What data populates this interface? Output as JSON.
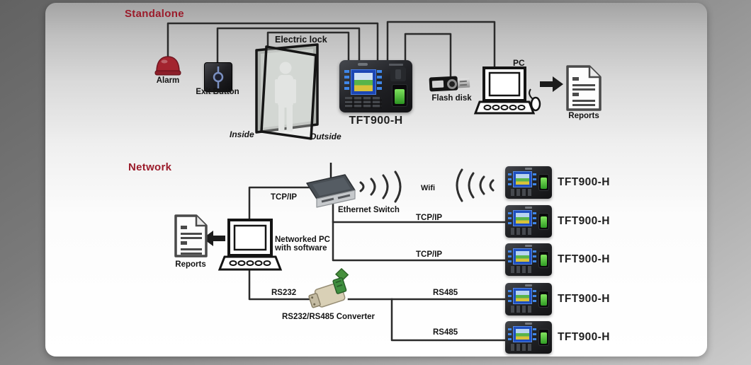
{
  "standalone": {
    "title": "Standalone",
    "alarm_label": "Alarm",
    "exit_button_label": "Exit Button",
    "electric_lock_label": "Electric lock",
    "inside_label": "Inside",
    "outside_label": "Outside",
    "device_label": "TFT900-H",
    "flash_disk_label": "Flash disk",
    "pc_label": "PC",
    "reports_label": "Reports"
  },
  "network": {
    "title": "Network",
    "reports_label": "Reports",
    "networked_pc_line1": "Networked PC",
    "networked_pc_line2": "with software",
    "tcpip_pc_label": "TCP/IP",
    "ethernet_switch_label": "Ethernet Switch",
    "wifi_label": "Wifi",
    "tcpip_line2_label": "TCP/IP",
    "tcpip_line3_label": "TCP/IP",
    "rs232_label": "RS232",
    "converter_label": "RS232/RS485 Converter",
    "rs485_line1_label": "RS485",
    "rs485_line2_label": "RS485",
    "devices": [
      {
        "label": "TFT900-H"
      },
      {
        "label": "TFT900-H"
      },
      {
        "label": "TFT900-H"
      },
      {
        "label": "TFT900-H"
      },
      {
        "label": "TFT900-H"
      }
    ]
  },
  "colors": {
    "section_title_red": "#9b1c2b",
    "alarm_red": "#a3242f",
    "wire_dark": "#2b2b2b",
    "screen_blue": "#1e4fc0",
    "sensor_green": "#4cc43c",
    "converter_beige": "#d9d0b6",
    "converter_green": "#3f8f3f"
  }
}
